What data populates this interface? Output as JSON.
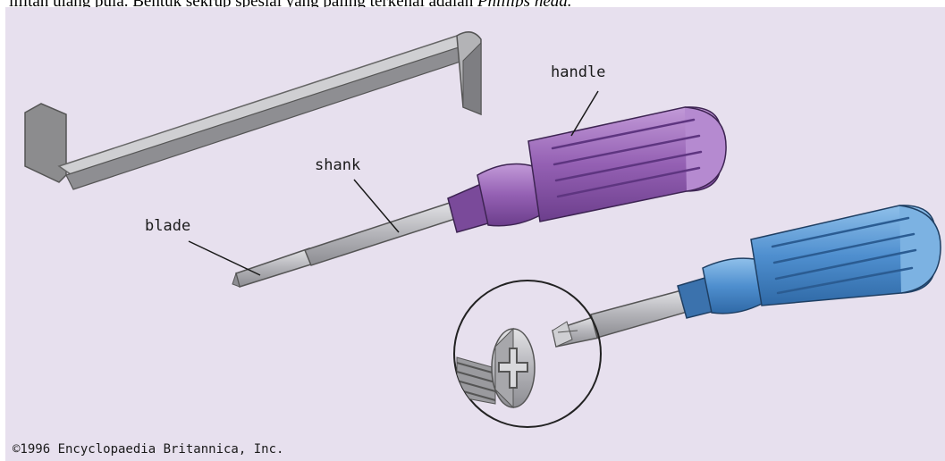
{
  "caption": {
    "text_before": "lilitan ulang pula. Bentuk sekrup spesial yang paling terkenal adalah ",
    "text_italic": "Phillips head."
  },
  "labels": {
    "handle": "handle",
    "shank": "shank",
    "blade": "blade"
  },
  "copyright": "©1996 Encyclopaedia Britannica, Inc.",
  "colors": {
    "background": "#e7e0ee",
    "purple_handle": "#9a6ab8",
    "blue_handle": "#4f8fcf",
    "metal": "#b9b9bd"
  }
}
